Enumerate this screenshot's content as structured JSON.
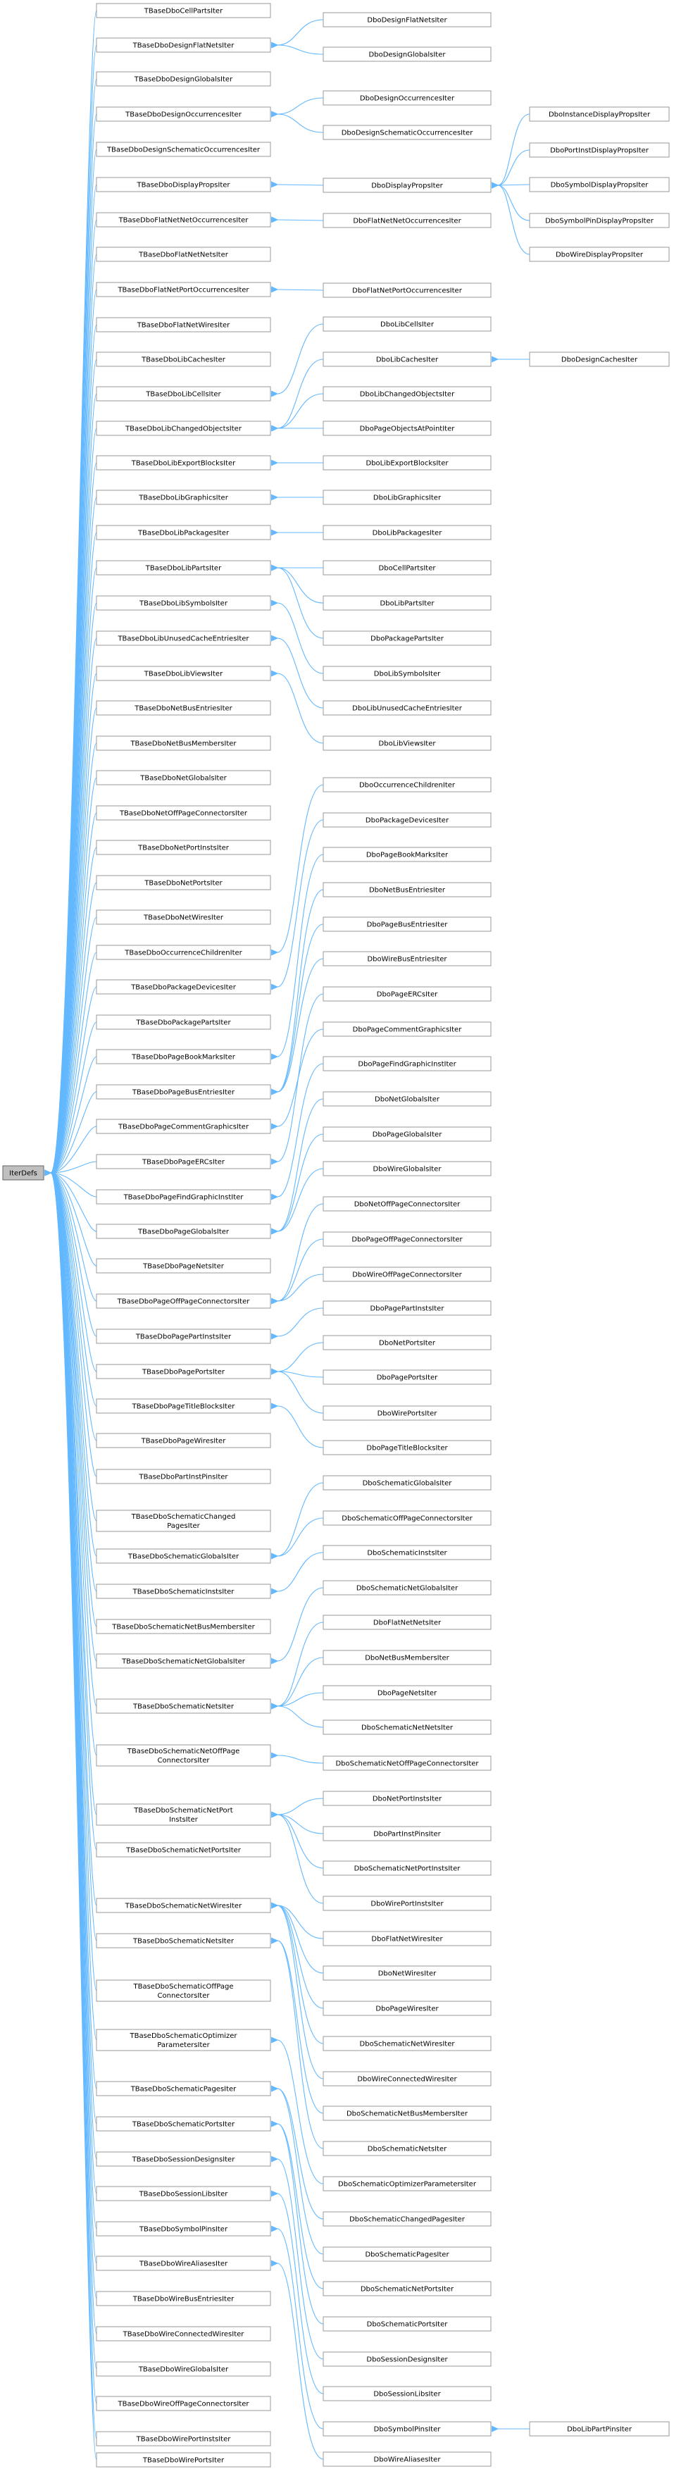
{
  "root": {
    "name": "IterDefs"
  },
  "tbase": [
    {
      "id": "t0",
      "lines": [
        "TBaseDboCellPartsIter"
      ]
    },
    {
      "id": "t1",
      "lines": [
        "TBaseDboDesignFlatNetsIter"
      ]
    },
    {
      "id": "t2",
      "lines": [
        "TBaseDboDesignGlobalsIter"
      ]
    },
    {
      "id": "t3",
      "lines": [
        "TBaseDboDesignOccurrencesIter"
      ]
    },
    {
      "id": "t4",
      "lines": [
        "TBaseDboDesignSchematicOccurrencesIter"
      ]
    },
    {
      "id": "t5",
      "lines": [
        "TBaseDboDisplayPropsIter"
      ]
    },
    {
      "id": "t6",
      "lines": [
        "TBaseDboFlatNetNetOccurrencesIter"
      ]
    },
    {
      "id": "t7",
      "lines": [
        "TBaseDboFlatNetNetsIter"
      ]
    },
    {
      "id": "t8",
      "lines": [
        "TBaseDboFlatNetPortOccurrencesIter"
      ]
    },
    {
      "id": "t9",
      "lines": [
        "TBaseDboFlatNetWiresIter"
      ]
    },
    {
      "id": "t10",
      "lines": [
        "TBaseDboLibCachesIter"
      ]
    },
    {
      "id": "t11",
      "lines": [
        "TBaseDboLibCellsIter"
      ]
    },
    {
      "id": "t12",
      "lines": [
        "TBaseDboLibChangedObjectsIter"
      ]
    },
    {
      "id": "t13",
      "lines": [
        "TBaseDboLibExportBlocksIter"
      ]
    },
    {
      "id": "t14",
      "lines": [
        "TBaseDboLibGraphicsIter"
      ]
    },
    {
      "id": "t15",
      "lines": [
        "TBaseDboLibPackagesIter"
      ]
    },
    {
      "id": "t16",
      "lines": [
        "TBaseDboLibPartsIter"
      ]
    },
    {
      "id": "t17",
      "lines": [
        "TBaseDboLibSymbolsIter"
      ]
    },
    {
      "id": "t18",
      "lines": [
        "TBaseDboLibUnusedCacheEntriesIter"
      ]
    },
    {
      "id": "t19",
      "lines": [
        "TBaseDboLibViewsIter"
      ]
    },
    {
      "id": "t20",
      "lines": [
        "TBaseDboNetBusEntriesIter"
      ]
    },
    {
      "id": "t21",
      "lines": [
        "TBaseDboNetBusMembersIter"
      ]
    },
    {
      "id": "t22",
      "lines": [
        "TBaseDboNetGlobalsIter"
      ]
    },
    {
      "id": "t23",
      "lines": [
        "TBaseDboNetOffPageConnectorsIter"
      ]
    },
    {
      "id": "t24",
      "lines": [
        "TBaseDboNetPortInstsIter"
      ]
    },
    {
      "id": "t25",
      "lines": [
        "TBaseDboNetPortsIter"
      ]
    },
    {
      "id": "t26",
      "lines": [
        "TBaseDboNetWiresIter"
      ]
    },
    {
      "id": "t27",
      "lines": [
        "TBaseDboOccurrenceChildrenIter"
      ]
    },
    {
      "id": "t28",
      "lines": [
        "TBaseDboPackageDevicesIter"
      ]
    },
    {
      "id": "t29",
      "lines": [
        "TBaseDboPackagePartsIter"
      ]
    },
    {
      "id": "t30",
      "lines": [
        "TBaseDboPageBookMarksIter"
      ]
    },
    {
      "id": "t31",
      "lines": [
        "TBaseDboPageBusEntriesIter"
      ]
    },
    {
      "id": "t32",
      "lines": [
        "TBaseDboPageCommentGraphicsIter"
      ]
    },
    {
      "id": "t33",
      "lines": [
        "TBaseDboPageERCsIter"
      ]
    },
    {
      "id": "t34",
      "lines": [
        "TBaseDboPageFindGraphicInstIter"
      ]
    },
    {
      "id": "t35",
      "lines": [
        "TBaseDboPageGlobalsIter"
      ]
    },
    {
      "id": "t36",
      "lines": [
        "TBaseDboPageNetsIter"
      ]
    },
    {
      "id": "t37",
      "lines": [
        "TBaseDboPageOffPageConnectorsIter"
      ]
    },
    {
      "id": "t38",
      "lines": [
        "TBaseDboPagePartInstsIter"
      ]
    },
    {
      "id": "t39",
      "lines": [
        "TBaseDboPagePortsIter"
      ]
    },
    {
      "id": "t40",
      "lines": [
        "TBaseDboPageTitleBlocksIter"
      ]
    },
    {
      "id": "t41",
      "lines": [
        "TBaseDboPageWiresIter"
      ]
    },
    {
      "id": "t42",
      "lines": [
        "TBaseDboPartInstPinsIter"
      ]
    },
    {
      "id": "t43",
      "lines": [
        "TBaseDboSchematicChanged",
        "PagesIter"
      ]
    },
    {
      "id": "t44",
      "lines": [
        "TBaseDboSchematicGlobalsIter"
      ]
    },
    {
      "id": "t45",
      "lines": [
        "TBaseDboSchematicInstsIter"
      ]
    },
    {
      "id": "t46",
      "lines": [
        "TBaseDboSchematicNetBusMembersIter"
      ]
    },
    {
      "id": "t47",
      "lines": [
        "TBaseDboSchematicNetGlobalsIter"
      ]
    },
    {
      "id": "t48",
      "lines": [
        "TBaseDboSchematicNetsIter"
      ]
    },
    {
      "id": "t49",
      "lines": [
        "TBaseDboSchematicNetOffPage",
        "ConnectorsIter"
      ]
    },
    {
      "id": "t50",
      "lines": [
        "TBaseDboSchematicNetPort",
        "InstsIter"
      ]
    },
    {
      "id": "t51",
      "lines": [
        "TBaseDboSchematicNetPortsIter"
      ]
    },
    {
      "id": "t52",
      "lines": [
        "TBaseDboSchematicNetWiresIter"
      ]
    },
    {
      "id": "t53",
      "lines": [
        "TBaseDboSchematicNetsIter"
      ]
    },
    {
      "id": "t54",
      "lines": [
        "TBaseDboSchematicOffPage",
        "ConnectorsIter"
      ]
    },
    {
      "id": "t55",
      "lines": [
        "TBaseDboSchematicOptimizer",
        "ParametersIter"
      ]
    },
    {
      "id": "t56",
      "lines": [
        "TBaseDboSchematicPagesIter"
      ]
    },
    {
      "id": "t57",
      "lines": [
        "TBaseDboSchematicPortsIter"
      ]
    },
    {
      "id": "t58",
      "lines": [
        "TBaseDboSessionDesignsIter"
      ]
    },
    {
      "id": "t59",
      "lines": [
        "TBaseDboSessionLibsIter"
      ]
    },
    {
      "id": "t60",
      "lines": [
        "TBaseDboSymbolPinsIter"
      ]
    },
    {
      "id": "t61",
      "lines": [
        "TBaseDboWireAliasesIter"
      ]
    },
    {
      "id": "t62",
      "lines": [
        "TBaseDboWireBusEntriesIter"
      ]
    },
    {
      "id": "t63",
      "lines": [
        "TBaseDboWireConnectedWiresIter"
      ]
    },
    {
      "id": "t64",
      "lines": [
        "TBaseDboWireGlobalsIter"
      ]
    },
    {
      "id": "t65",
      "lines": [
        "TBaseDboWireOffPageConnectorsIter"
      ]
    },
    {
      "id": "t66",
      "lines": [
        "TBaseDboWirePortInstsIter"
      ]
    },
    {
      "id": "t67",
      "lines": [
        "TBaseDboWirePortsIter"
      ]
    }
  ],
  "derived": [
    {
      "id": "d0",
      "name": "DboDesignFlatNetsIter",
      "base": "t1"
    },
    {
      "id": "d1",
      "name": "DboDesignGlobalsIter",
      "base": "t1"
    },
    {
      "id": "d2",
      "name": "DboDesignOccurrencesIter",
      "base": "t3"
    },
    {
      "id": "d3",
      "name": "DboDesignSchematicOccurrencesIter",
      "base": "t3"
    },
    {
      "id": "d4",
      "name": "DboDisplayPropsIter",
      "base": "t5"
    },
    {
      "id": "d5",
      "name": "DboFlatNetNetOccurrencesIter",
      "base": "t6"
    },
    {
      "id": "d6",
      "name": "DboFlatNetPortOccurrencesIter",
      "base": "t8"
    },
    {
      "id": "d7",
      "name": "DboLibCellsIter",
      "base": "t11"
    },
    {
      "id": "d8",
      "name": "DboLibCachesIter",
      "base": "t12"
    },
    {
      "id": "d9",
      "name": "DboLibChangedObjectsIter",
      "base": "t12"
    },
    {
      "id": "d10",
      "name": "DboPageObjectsAtPointIter",
      "base": "t12"
    },
    {
      "id": "d11",
      "name": "DboLibExportBlocksIter",
      "base": "t13"
    },
    {
      "id": "d12",
      "name": "DboLibGraphicsIter",
      "base": "t14"
    },
    {
      "id": "d13",
      "name": "DboLibPackagesIter",
      "base": "t15"
    },
    {
      "id": "d14",
      "name": "DboCellPartsIter",
      "base": "t16"
    },
    {
      "id": "d15",
      "name": "DboLibPartsIter",
      "base": "t16"
    },
    {
      "id": "d16",
      "name": "DboPackagePartsIter",
      "base": "t16"
    },
    {
      "id": "d17",
      "name": "DboLibSymbolsIter",
      "base": "t17"
    },
    {
      "id": "d18",
      "name": "DboLibUnusedCacheEntriesIter",
      "base": "t18"
    },
    {
      "id": "d19",
      "name": "DboLibViewsIter",
      "base": "t19"
    },
    {
      "id": "d20",
      "name": "DboOccurrenceChildrenIter",
      "base": "t27"
    },
    {
      "id": "d21",
      "name": "DboPackageDevicesIter",
      "base": "t28"
    },
    {
      "id": "d22",
      "name": "DboPageBookMarksIter",
      "base": "t30"
    },
    {
      "id": "d23",
      "name": "DboNetBusEntriesIter",
      "base": "t31"
    },
    {
      "id": "d24",
      "name": "DboPageBusEntriesIter",
      "base": "t31"
    },
    {
      "id": "d25",
      "name": "DboWireBusEntriesIter",
      "base": "t31"
    },
    {
      "id": "d26",
      "name": "DboPageERCsIter",
      "base": "t33"
    },
    {
      "id": "d27",
      "name": "DboPageCommentGraphicsIter",
      "base": "t32"
    },
    {
      "id": "d28",
      "name": "DboPageFindGraphicInstIter",
      "base": "t34"
    },
    {
      "id": "d29",
      "name": "DboNetGlobalsIter",
      "base": "t35"
    },
    {
      "id": "d30",
      "name": "DboPageGlobalsIter",
      "base": "t35"
    },
    {
      "id": "d31",
      "name": "DboWireGlobalsIter",
      "base": "t35"
    },
    {
      "id": "d32",
      "name": "DboNetOffPageConnectorsIter",
      "base": "t37"
    },
    {
      "id": "d33",
      "name": "DboPageOffPageConnectorsIter",
      "base": "t37"
    },
    {
      "id": "d34",
      "name": "DboWireOffPageConnectorsIter",
      "base": "t37"
    },
    {
      "id": "d35",
      "name": "DboPagePartInstsIter",
      "base": "t38"
    },
    {
      "id": "d36",
      "name": "DboNetPortsIter",
      "base": "t39"
    },
    {
      "id": "d37",
      "name": "DboPagePortsIter",
      "base": "t39"
    },
    {
      "id": "d38",
      "name": "DboWirePortsIter",
      "base": "t39"
    },
    {
      "id": "d39",
      "name": "DboPageTitleBlocksIter",
      "base": "t40"
    },
    {
      "id": "d40",
      "name": "DboSchematicGlobalsIter",
      "base": "t44"
    },
    {
      "id": "d41",
      "name": "DboSchematicOffPageConnectorsIter",
      "base": "t44"
    },
    {
      "id": "d42",
      "name": "DboSchematicInstsIter",
      "base": "t45"
    },
    {
      "id": "d43",
      "name": "DboSchematicNetGlobalsIter",
      "base": "t47"
    },
    {
      "id": "d44",
      "name": "DboFlatNetNetsIter",
      "base": "t48"
    },
    {
      "id": "d45",
      "name": "DboNetBusMembersIter",
      "base": "t48"
    },
    {
      "id": "d46",
      "name": "DboPageNetsIter",
      "base": "t48"
    },
    {
      "id": "d47",
      "name": "DboSchematicNetNetsIter",
      "base": "t48"
    },
    {
      "id": "d48",
      "name": "DboSchematicNetOffPageConnectorsIter",
      "base": "t49"
    },
    {
      "id": "d49",
      "name": "DboNetPortInstsIter",
      "base": "t50"
    },
    {
      "id": "d50",
      "name": "DboPartInstPinsIter",
      "base": "t50"
    },
    {
      "id": "d51",
      "name": "DboSchematicNetPortInstsIter",
      "base": "t50"
    },
    {
      "id": "d52",
      "name": "DboWirePortInstsIter",
      "base": "t50"
    },
    {
      "id": "d53",
      "name": "DboFlatNetWiresIter",
      "base": "t52"
    },
    {
      "id": "d54",
      "name": "DboNetWiresIter",
      "base": "t52"
    },
    {
      "id": "d55",
      "name": "DboPageWiresIter",
      "base": "t52"
    },
    {
      "id": "d56",
      "name": "DboSchematicNetWiresIter",
      "base": "t52"
    },
    {
      "id": "d57",
      "name": "DboWireConnectedWiresIter",
      "base": "t52"
    },
    {
      "id": "d58",
      "name": "DboSchematicNetBusMembersIter",
      "base": "t53"
    },
    {
      "id": "d59",
      "name": "DboSchematicNetsIter",
      "base": "t53"
    },
    {
      "id": "d60",
      "name": "DboSchematicOptimizerParametersIter",
      "base": "t55"
    },
    {
      "id": "d61",
      "name": "DboSchematicChangedPagesIter",
      "base": "t56"
    },
    {
      "id": "d62",
      "name": "DboSchematicPagesIter",
      "base": "t56"
    },
    {
      "id": "d63",
      "name": "DboSchematicNetPortsIter",
      "base": "t57"
    },
    {
      "id": "d64",
      "name": "DboSchematicPortsIter",
      "base": "t57"
    },
    {
      "id": "d65",
      "name": "DboSessionDesignsIter",
      "base": "t58"
    },
    {
      "id": "d66",
      "name": "DboSessionLibsIter",
      "base": "t59"
    },
    {
      "id": "d67",
      "name": "DboSymbolPinsIter",
      "base": "t60"
    },
    {
      "id": "d68",
      "name": "DboWireAliasesIter",
      "base": "t61"
    }
  ],
  "second_level": [
    {
      "id": "s0",
      "name": "DboInstanceDisplayPropsIter",
      "base": "d4"
    },
    {
      "id": "s1",
      "name": "DboPortInstDisplayPropsIter",
      "base": "d4"
    },
    {
      "id": "s2",
      "name": "DboSymbolDisplayPropsIter",
      "base": "d4"
    },
    {
      "id": "s3",
      "name": "DboSymbolPinDisplayPropsIter",
      "base": "d4"
    },
    {
      "id": "s4",
      "name": "DboWireDisplayPropsIter",
      "base": "d4"
    },
    {
      "id": "s5",
      "name": "DboDesignCachesIter",
      "base": "d8"
    },
    {
      "id": "s6",
      "name": "DboLibPartPinsIter",
      "base": "d67"
    }
  ],
  "colors": {
    "edge": "#63b8ff",
    "box_border": "#999999",
    "root_fill": "#bfbfbf"
  }
}
